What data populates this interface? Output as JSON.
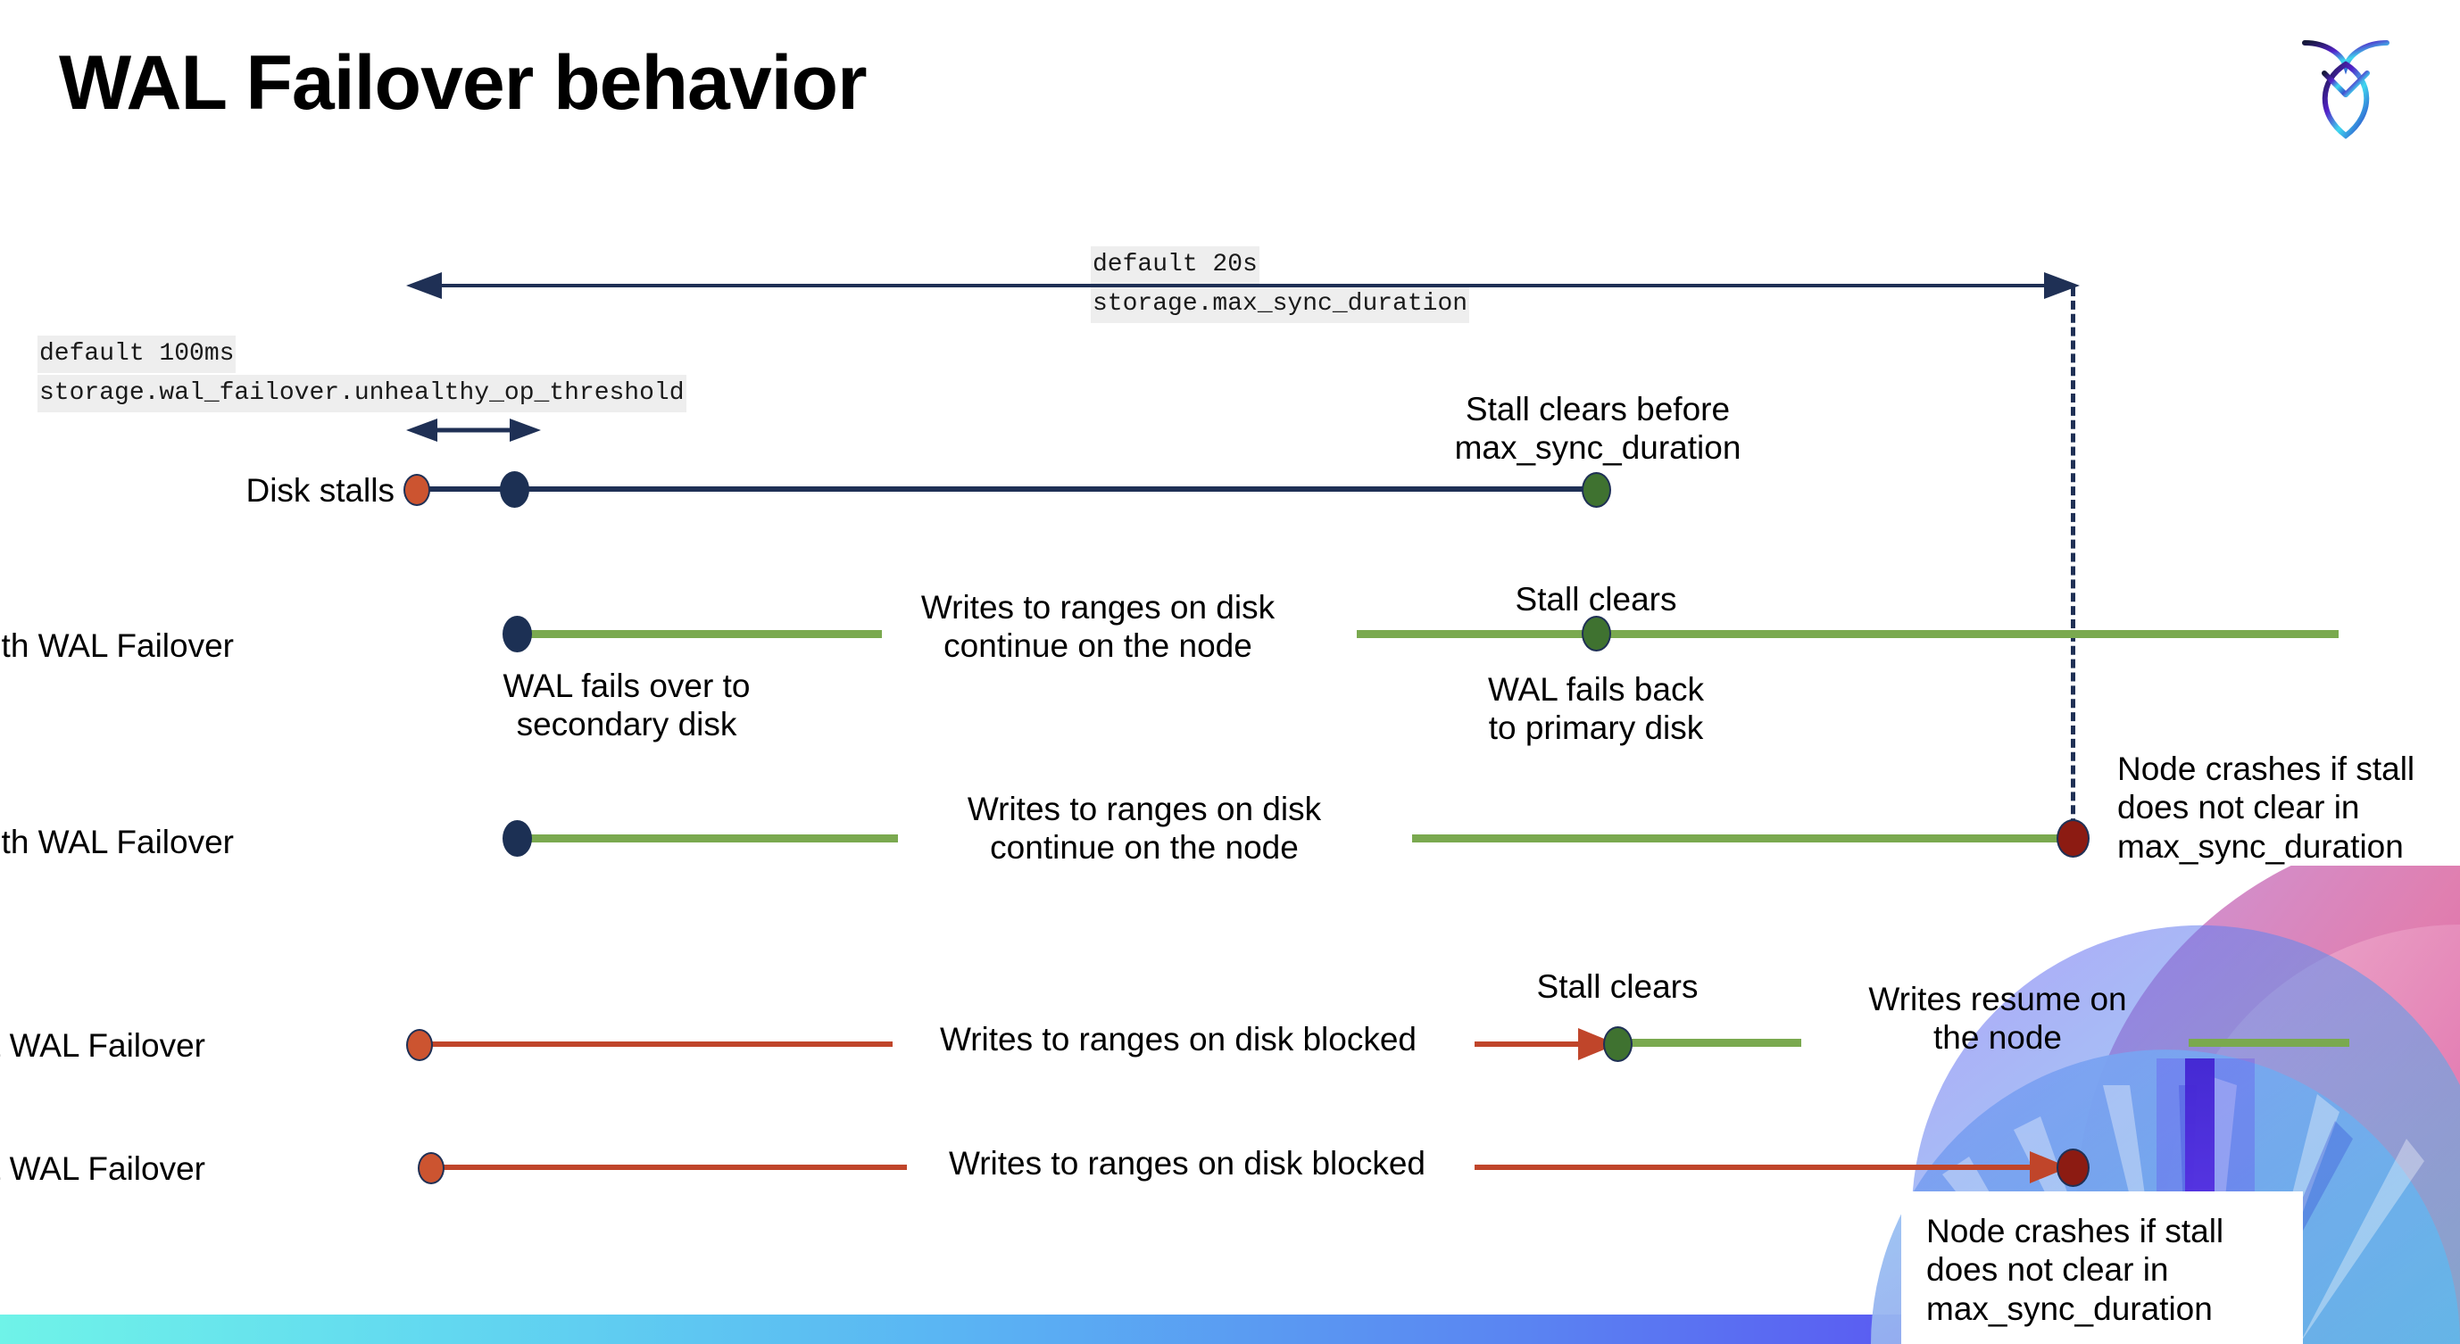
{
  "slide": {
    "title": "WAL Failover behavior",
    "logo_name": "cockroachdb-logo"
  },
  "annotations": {
    "max_sync_duration": {
      "default": "default 20s",
      "setting": "storage.max_sync_duration"
    },
    "unhealthy_op_threshold": {
      "default": "default 100ms",
      "setting": "storage.wal_failover.unhealthy_op_threshold"
    }
  },
  "rows": [
    {
      "id": "disk-stalls",
      "label": "Disk stalls",
      "notes": [
        {
          "id": "stall-clears-before",
          "text_line1": "Stall clears before",
          "text_line2": "max_sync_duration"
        }
      ]
    },
    {
      "id": "with-wal-failover-1",
      "label": "With WAL Failover",
      "notes": [
        {
          "id": "writes-continue",
          "text_line1": "Writes to ranges on disk",
          "text_line2": "continue on the node"
        },
        {
          "id": "wal-fails-over",
          "text_line1": "WAL fails over to",
          "text_line2": "secondary disk"
        },
        {
          "id": "stall-clears",
          "text_line1": "Stall clears",
          "text_line2": ""
        },
        {
          "id": "wal-fails-back",
          "text_line1": "WAL fails  back",
          "text_line2": "to primary disk"
        }
      ]
    },
    {
      "id": "with-wal-failover-2",
      "label": "With WAL Failover",
      "notes": [
        {
          "id": "writes-continue-2",
          "text_line1": "Writes to ranges on disk",
          "text_line2": "continue on the node"
        },
        {
          "id": "node-crashes-1",
          "text_line1": "Node crashes if stall",
          "text_line2": "does not clear in",
          "text_line3": "max_sync_duration"
        }
      ]
    },
    {
      "id": "without-wal-failover-1",
      "label": "Without WAL Failover",
      "notes": [
        {
          "id": "writes-blocked-1",
          "text_line1": "Writes to ranges on disk  blocked",
          "text_line2": ""
        },
        {
          "id": "stall-clears-2",
          "text_line1": "Stall clears",
          "text_line2": ""
        },
        {
          "id": "writes-resume",
          "text_line1": "Writes resume on",
          "text_line2": "the node"
        }
      ]
    },
    {
      "id": "without-wal-failover-2",
      "label": "Without WAL Failover",
      "notes": [
        {
          "id": "writes-blocked-2",
          "text_line1": "Writes to ranges on disk  blocked",
          "text_line2": ""
        },
        {
          "id": "node-crashes-2",
          "text_line1": "Node crashes if stall",
          "text_line2": "does not clear in",
          "text_line3": "max_sync_duration"
        }
      ]
    }
  ],
  "colors": {
    "navy": "#1f3055",
    "green_line": "#7aa94f",
    "red_line": "#c0452a",
    "dot_orange": "#cc5430",
    "dot_navy": "#1c3054",
    "dot_green": "#3f7230",
    "dot_darkred": "#8c1b12",
    "code_bg": "#eeeeee",
    "bottom_bar_start": "#6ff3e8",
    "bottom_bar_end": "#5a43f0"
  }
}
